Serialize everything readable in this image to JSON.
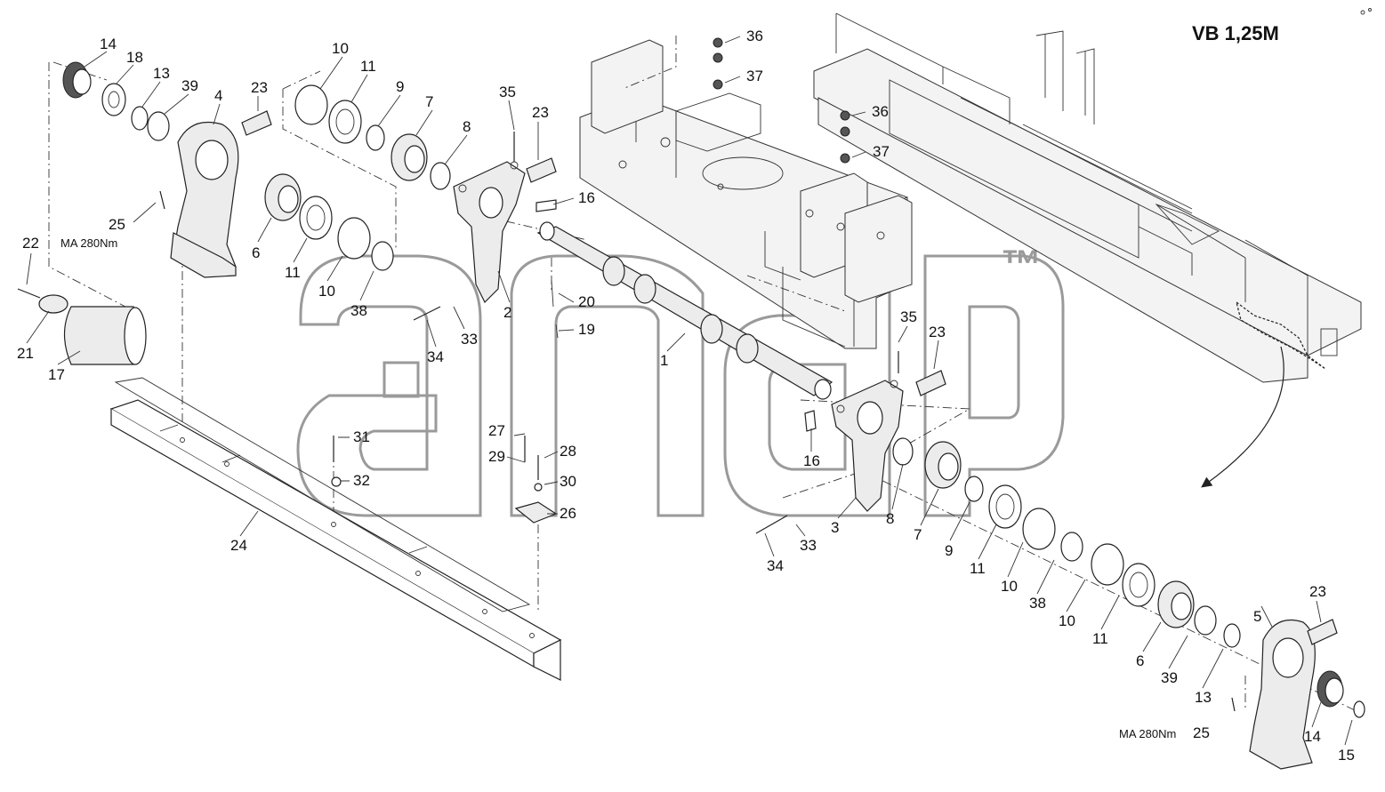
{
  "title": "VB 1,25M",
  "watermark": "™",
  "torque_labels": [
    "MA 280Nm",
    "MA 280Nm"
  ],
  "callouts": [
    "14",
    "18",
    "13",
    "39",
    "4",
    "23",
    "10",
    "11",
    "9",
    "7",
    "8",
    "35",
    "23",
    "36",
    "37",
    "36",
    "37",
    "25",
    "6",
    "11",
    "10",
    "38",
    "2",
    "16",
    "20",
    "19",
    "33",
    "34",
    "1",
    "35",
    "23",
    "22",
    "21",
    "17",
    "31",
    "32",
    "27",
    "28",
    "29",
    "30",
    "26",
    "24",
    "16",
    "3",
    "8",
    "7",
    "33",
    "34",
    "9",
    "11",
    "10",
    "38",
    "10",
    "11",
    "6",
    "39",
    "5",
    "23",
    "13",
    "14",
    "25",
    "15"
  ]
}
